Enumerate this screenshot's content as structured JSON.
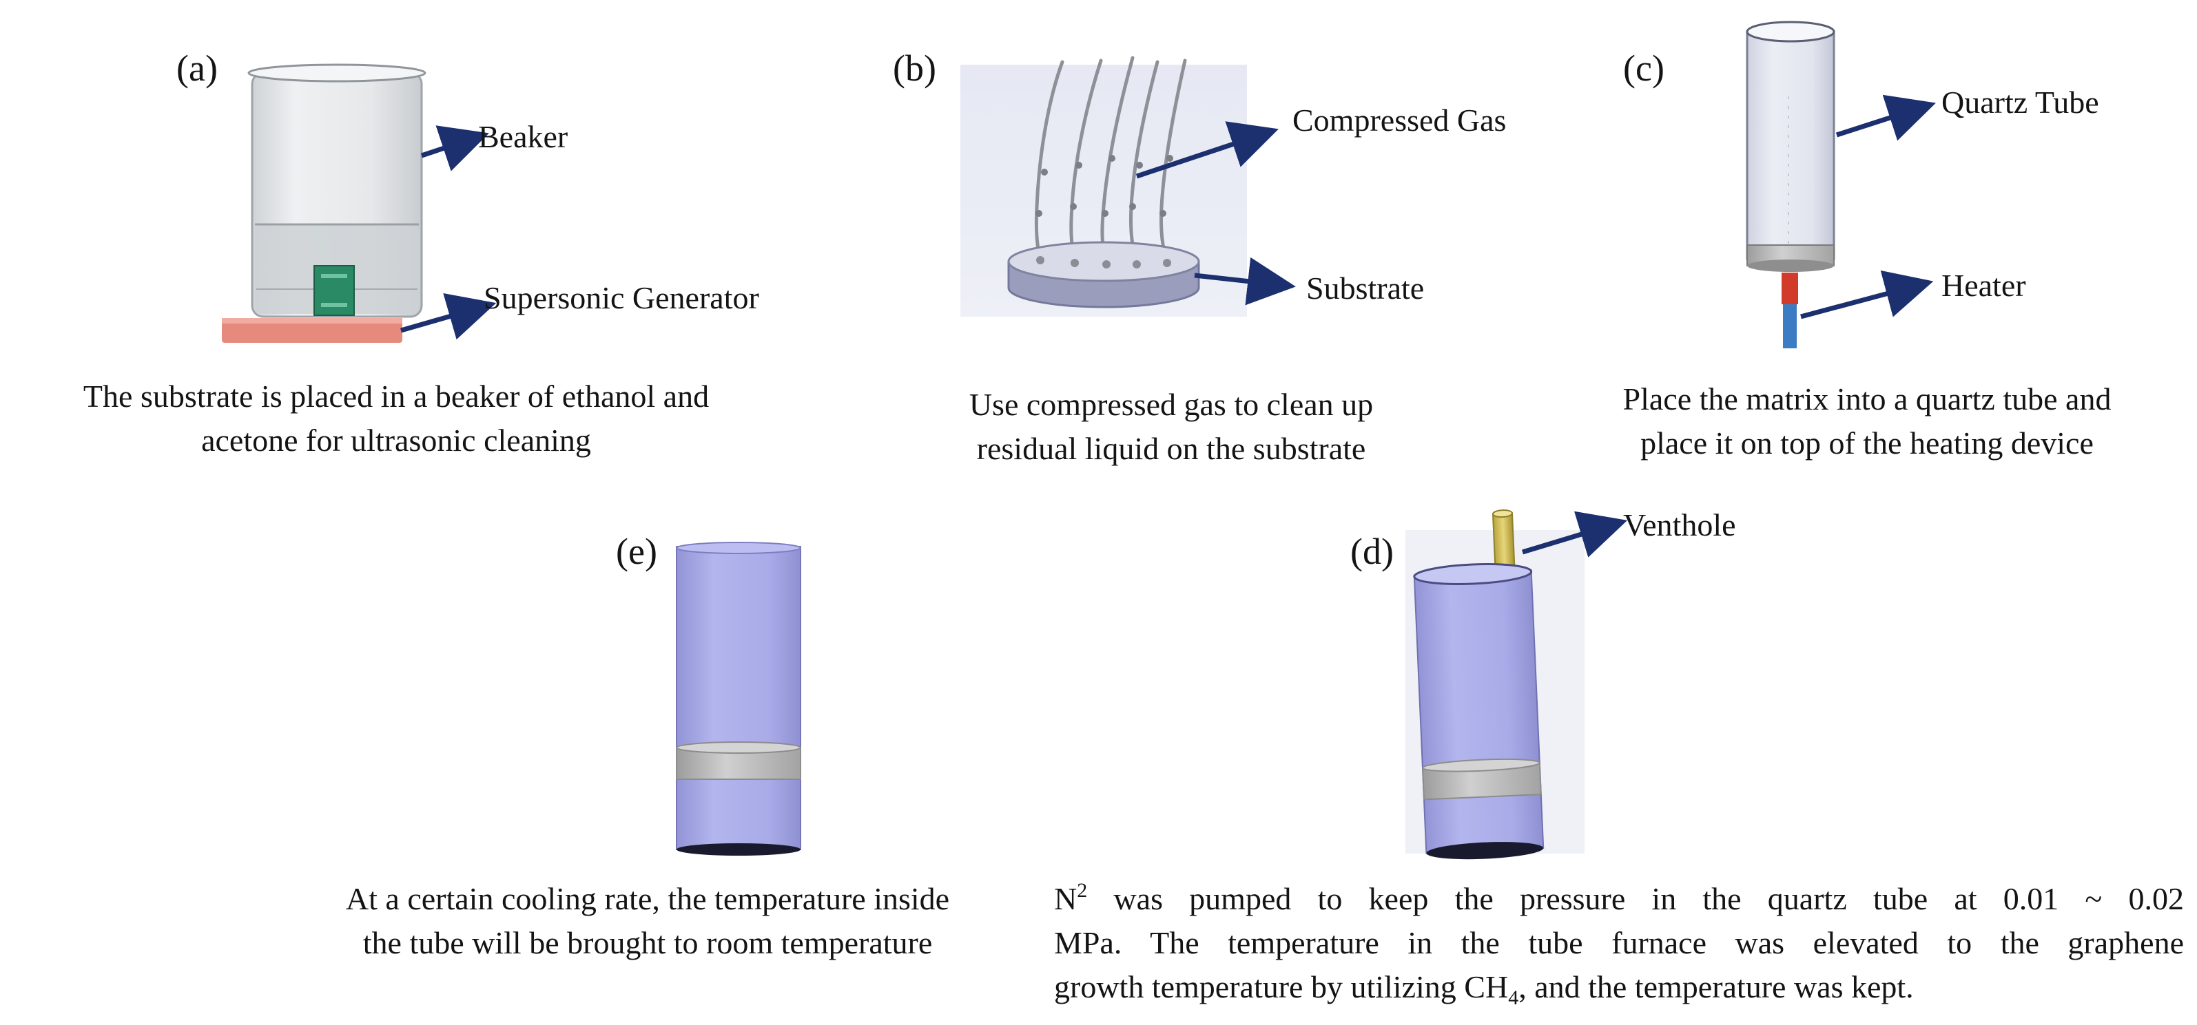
{
  "panels": {
    "a": {
      "letter": "(a)",
      "labels": {
        "beaker": "Beaker",
        "generator": "Supersonic Generator"
      },
      "caption": [
        "The substrate is placed in a beaker of ethanol and",
        "acetone for ultrasonic cleaning"
      ]
    },
    "b": {
      "letter": "(b)",
      "labels": {
        "gas": "Compressed Gas",
        "substrate": "Substrate"
      },
      "caption": [
        "Use compressed gas to clean up",
        "residual liquid on the substrate"
      ]
    },
    "c": {
      "letter": "(c)",
      "labels": {
        "tube": "Quartz Tube",
        "heater": "Heater"
      },
      "caption": [
        "Place the matrix into a quartz tube and",
        "place it on top of the heating device"
      ]
    },
    "d": {
      "letter": "(d)",
      "labels": {
        "venthole": "Venthole"
      },
      "caption": {
        "l1_a": "N",
        "l1_sup": "2",
        "l1_b": " was pumped to keep the pressure in the quartz tube at 0.01 ~ 0.02",
        "l2": "MPa. The temperature in the tube furnace was elevated to the graphene",
        "l3_a": "growth temperature by utilizing CH",
        "l3_sub": "4",
        "l3_b": ", and the temperature was kept."
      }
    },
    "e": {
      "letter": "(e)",
      "caption": [
        "At a certain cooling rate, the temperature inside",
        "the tube will be brought to room temperature"
      ]
    }
  },
  "colors": {
    "arrow": "#1c2f6e",
    "tube_blue": "#a7a9e6",
    "band_gray": "#b9b9b9",
    "heater_red": "#d23a2a",
    "heater_blue": "#3c7cc4",
    "hotplate": "#e58a7c",
    "beaker_glass": "#e4e7ea",
    "chip_green": "#2a8a66",
    "vent_yellow": "#d6c25a"
  }
}
